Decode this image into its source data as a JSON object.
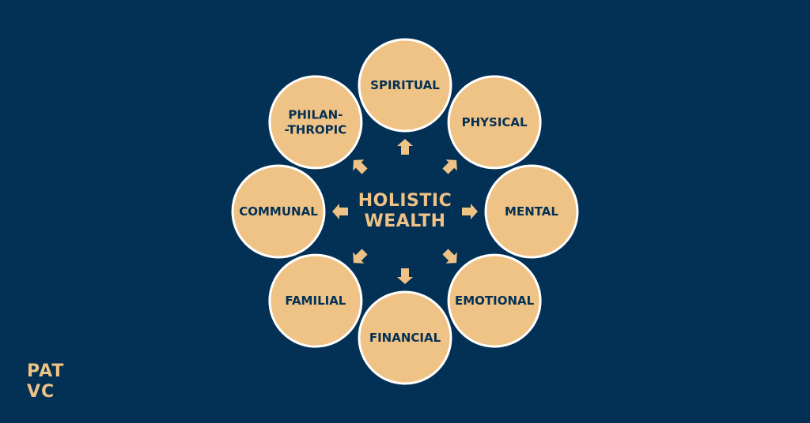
{
  "diagram": {
    "center": {
      "lines": [
        "HOLISTIC",
        "WEALTH"
      ]
    },
    "nodes": [
      {
        "id": "spiritual",
        "lines": [
          "SPIRITUAL"
        ]
      },
      {
        "id": "physical",
        "lines": [
          "PHYSICAL"
        ]
      },
      {
        "id": "mental",
        "lines": [
          "MENTAL"
        ]
      },
      {
        "id": "emotional",
        "lines": [
          "EMOTIONAL"
        ]
      },
      {
        "id": "financial",
        "lines": [
          "FINANCIAL"
        ]
      },
      {
        "id": "familial",
        "lines": [
          "FAMILIAL"
        ]
      },
      {
        "id": "communal",
        "lines": [
          "COMMUNAL"
        ]
      },
      {
        "id": "philanthropic",
        "lines": [
          "PHILAN-",
          "-THROPIC"
        ]
      }
    ],
    "edges": [
      {
        "from": "center",
        "to": "spiritual"
      },
      {
        "from": "center",
        "to": "physical"
      },
      {
        "from": "center",
        "to": "mental"
      },
      {
        "from": "center",
        "to": "emotional"
      },
      {
        "from": "center",
        "to": "financial"
      },
      {
        "from": "center",
        "to": "familial"
      },
      {
        "from": "center",
        "to": "communal"
      },
      {
        "from": "center",
        "to": "philanthropic"
      }
    ]
  },
  "colors": {
    "background": "#033155",
    "node_fill": "#EFC285",
    "node_stroke": "#FFFFFF",
    "text_dark": "#033155",
    "accent": "#EFC285"
  },
  "logo": {
    "line1": "PAT",
    "line2": "VC"
  }
}
